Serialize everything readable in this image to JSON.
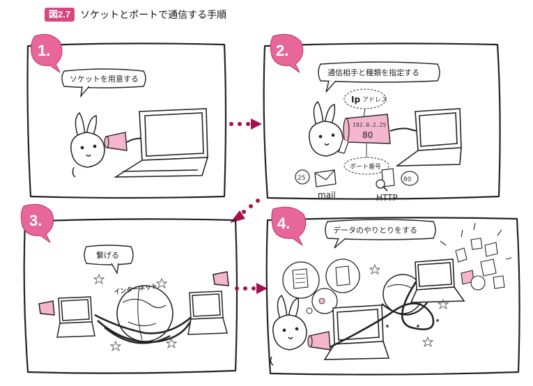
{
  "figure": {
    "badge": "図2.7",
    "title": "ソケットとポートで通信する手順"
  },
  "colors": {
    "accent": "#d9457f",
    "badge_fill": "#e8679a",
    "arrow": "#a3124f",
    "socket_pink": "#f4b6cc",
    "ink": "#222222"
  },
  "panels": [
    {
      "number": "1.",
      "bubble": "ソケットを用意する"
    },
    {
      "number": "2.",
      "bubble": "通信相手と種類を指定する",
      "ip_label": "Ip",
      "ip_sub": "アドレス",
      "ip_value": "192.0.2.25",
      "port_value": "80",
      "port_label": "ポート番号",
      "mail_port": "25",
      "mail_label": "mail",
      "http_port": "80",
      "http_label": "HTTP"
    },
    {
      "number": "3.",
      "bubble": "繋げる",
      "internet_label": "インターネット"
    },
    {
      "number": "4.",
      "bubble": "データのやりとりをする"
    }
  ]
}
